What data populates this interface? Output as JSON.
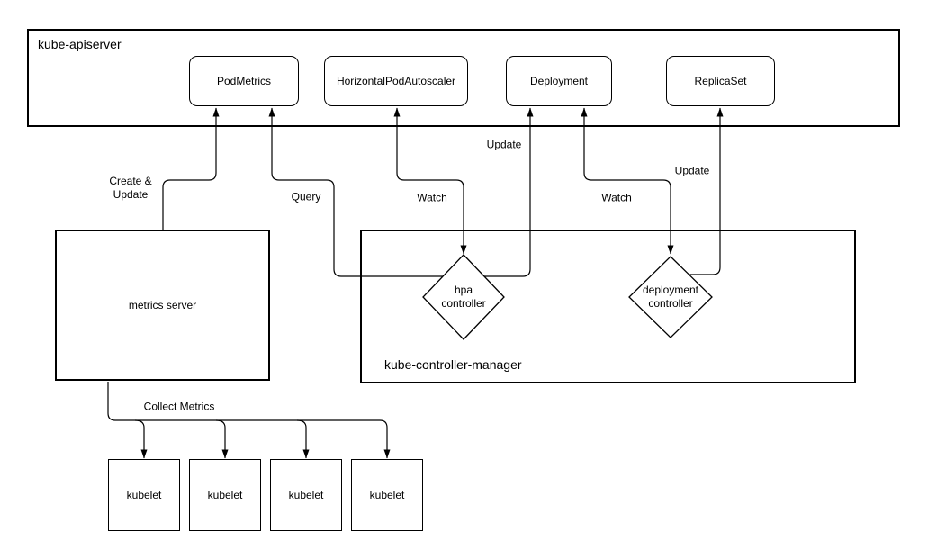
{
  "diagram": {
    "apiserver": {
      "label": "kube-apiserver"
    },
    "api_objects": [
      {
        "label": "PodMetrics"
      },
      {
        "label": "HorizontalPodAutoscaler"
      },
      {
        "label": "Deployment"
      },
      {
        "label": "ReplicaSet"
      }
    ],
    "controller_manager": {
      "label": "kube-controller-manager"
    },
    "metrics_server": {
      "label": "metrics server"
    },
    "controllers": {
      "hpa": {
        "line1": "hpa",
        "line2": "controller"
      },
      "deployment": {
        "line1": "deployment",
        "line2": "controller"
      }
    },
    "kubelets": [
      "kubelet",
      "kubelet",
      "kubelet",
      "kubelet"
    ],
    "edges": {
      "create_update": {
        "line1": "Create &",
        "line2": "Update"
      },
      "query": {
        "label": "Query"
      },
      "watch_hpa": {
        "label": "Watch"
      },
      "update_deployment": {
        "label": "Update"
      },
      "watch_deployment": {
        "label": "Watch"
      },
      "update_replicaset": {
        "label": "Update"
      },
      "collect_metrics": {
        "label": "Collect Metrics"
      }
    },
    "colors": {
      "stroke": "#000000",
      "fill": "#ffffff",
      "text": "#000000"
    }
  }
}
